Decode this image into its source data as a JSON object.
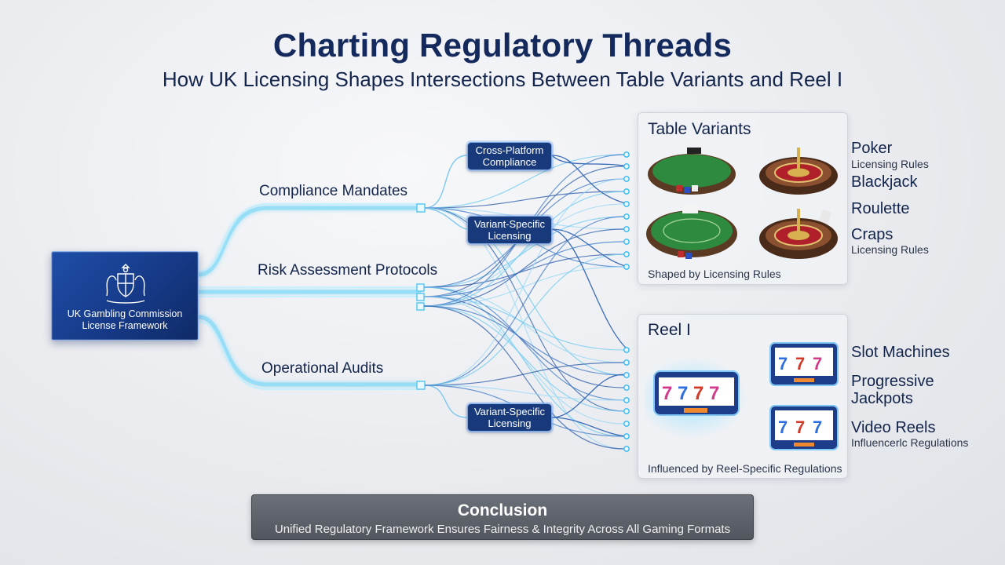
{
  "title": "Charting Regulatory Threads",
  "subtitle": "How UK Licensing Shapes Intersections Between Table Variants and Reel I",
  "source": {
    "line1": "UK Gambling Commission",
    "line2": "License Framework",
    "icon": "royal-crest-icon"
  },
  "branches": {
    "compliance": "Compliance Mandates",
    "risk": "Risk Assessment Protocols",
    "audits": "Operational Audits"
  },
  "nodes": {
    "cross_platform": {
      "line1": "Cross-Platform",
      "line2": "Compliance"
    },
    "variant_specific_top": {
      "line1": "Variant-Specific",
      "line2": "Licensing"
    },
    "variant_specific_bottom": {
      "line1": "Variant-Specific",
      "line2": "Licensing"
    }
  },
  "table_panel": {
    "title": "Table Variants",
    "footer": "Shaped by Licensing Rules",
    "items": [
      {
        "label": "Poker",
        "sub": "Licensing Rules"
      },
      {
        "label": "Blackjack",
        "sub": ""
      },
      {
        "label": "Roulette",
        "sub": ""
      },
      {
        "label": "Craps",
        "sub": "Licensing Rules"
      }
    ]
  },
  "reel_panel": {
    "title": "Reel I",
    "footer": "Influenced by Reel-Specific Regulations",
    "items": [
      {
        "label": "Slot Machines",
        "sub": ""
      },
      {
        "label": "Progressive",
        "label2": "Jackpots",
        "sub": ""
      },
      {
        "label": "Video Reels",
        "sub": "Influencerlc Regulations"
      }
    ],
    "slot_symbol": "7"
  },
  "conclusion": {
    "title": "Conclusion",
    "text": "Unified Regulatory Framework Ensures Fairness & Integrity Across All Gaming Formats"
  },
  "colors": {
    "navy": "#142a5c",
    "glow": "#7fd3f5",
    "wire_dark": "#2a5aa8",
    "panel_bg": "#f0f2f6"
  }
}
